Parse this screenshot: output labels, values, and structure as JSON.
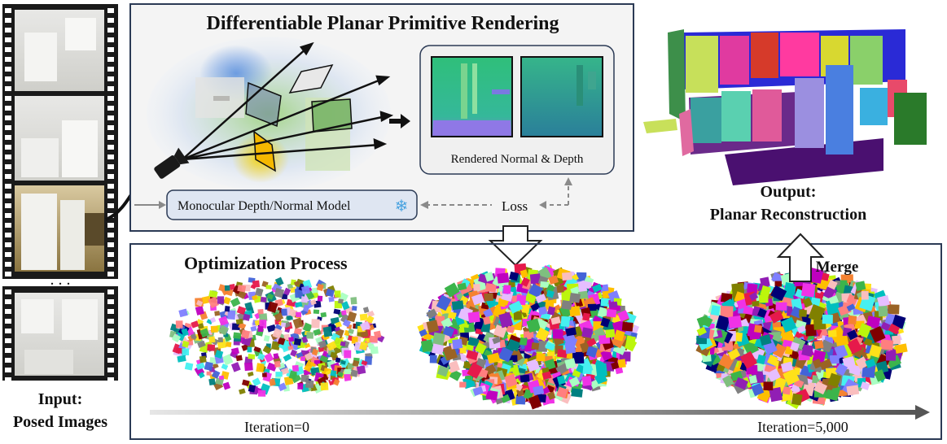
{
  "figure": {
    "top_panel_title": "Differentiable Planar Primitive Rendering",
    "rendered_label": "Rendered Normal & Depth",
    "mono_model_label": "Monocular Depth/Normal Model",
    "loss_label": "Loss",
    "bottom_panel_title": "Optimization Process",
    "merge_label": "Merge",
    "output_line1": "Output:",
    "output_line2": "Planar Reconstruction",
    "input_line1": "Input:",
    "input_line2": "Posed Images",
    "ellipsis": ". . .",
    "iteration_start": "Iteration=0",
    "iteration_end": "Iteration=5,000",
    "snowflake": "❄"
  },
  "icons": [
    "film-strip-icon",
    "camera-icon",
    "snowflake-icon",
    "arrow-icon"
  ],
  "colors": {
    "panel_border": "#2b3a55",
    "panel_fill": "#f2f2f2",
    "mono_box_fill": "#dfe6f2",
    "snowflake": "#4aa3e0",
    "normal_green": "#3cb371",
    "normal_blue": "#7b6fd6",
    "depth_teal": "#2a9d8f",
    "highlight_yellow": "#f5b800"
  }
}
